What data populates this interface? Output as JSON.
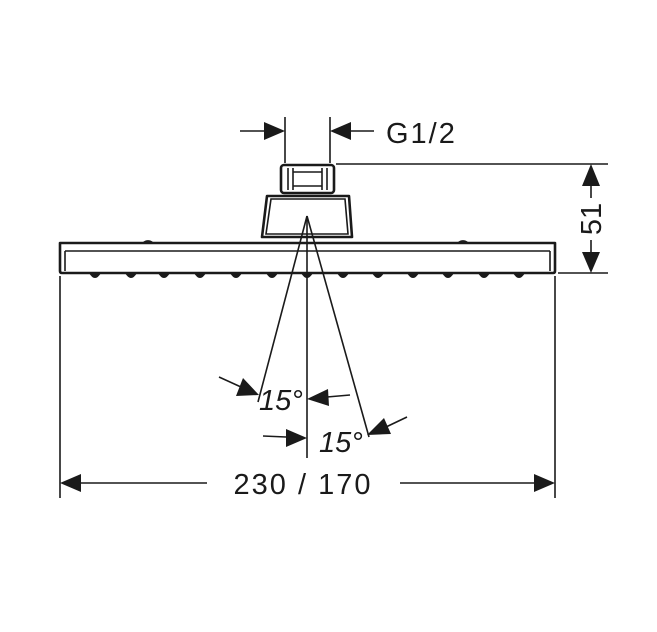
{
  "drawing": {
    "thread_label": "G1/2",
    "height_label": "51",
    "angle_left_label": "15°",
    "angle_right_label": "15°",
    "width_label": "230 / 170"
  },
  "colors": {
    "ink": "#1a1a1a",
    "background": "#ffffff"
  }
}
